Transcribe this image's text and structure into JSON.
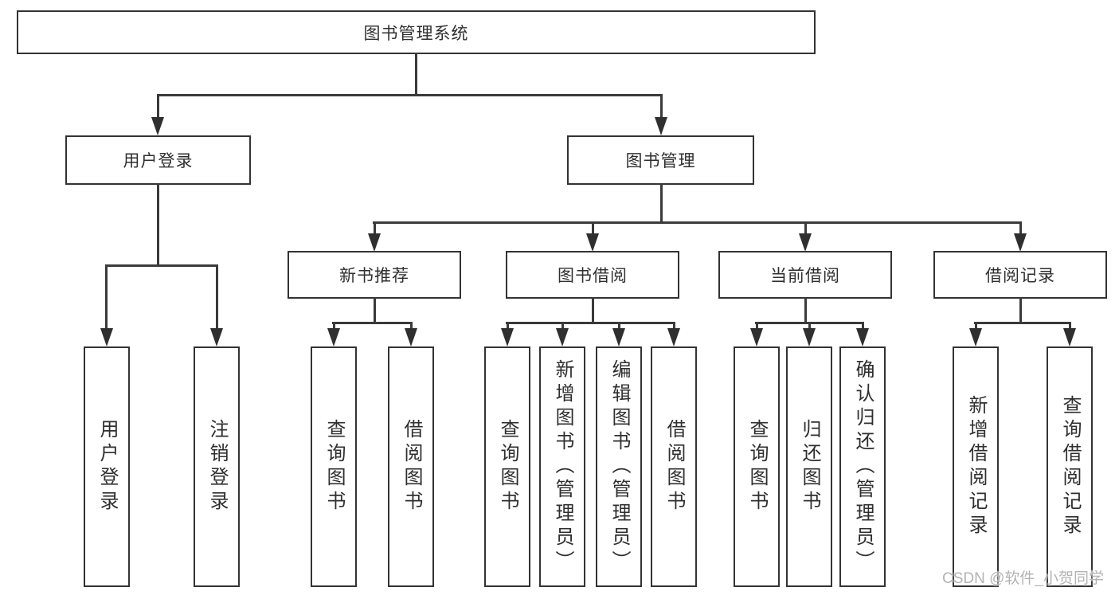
{
  "tree": {
    "root": {
      "label": "图书管理系统"
    },
    "branches": [
      {
        "label": "用户登录",
        "children": [
          {
            "label": "用户登录"
          },
          {
            "label": "注销登录"
          }
        ]
      },
      {
        "label": "图书管理",
        "children": [
          {
            "label": "新书推荐",
            "children": [
              {
                "label": "查询图书"
              },
              {
                "label": "借阅图书"
              }
            ]
          },
          {
            "label": "图书借阅",
            "children": [
              {
                "label": "查询图书"
              },
              {
                "label": "新增图书（管理员）"
              },
              {
                "label": "编辑图书（管理员）"
              },
              {
                "label": "借阅图书"
              }
            ]
          },
          {
            "label": "当前借阅",
            "children": [
              {
                "label": "查询图书"
              },
              {
                "label": "归还图书"
              },
              {
                "label": "确认归还（管理员）"
              }
            ]
          },
          {
            "label": "借阅记录",
            "children": [
              {
                "label": "新增借阅记录"
              },
              {
                "label": "查询借阅记录"
              }
            ]
          }
        ]
      }
    ]
  },
  "watermark": {
    "text": "CSDN @软件_小贺同学"
  },
  "colors": {
    "background": "#ffffff",
    "box_border": "#333333",
    "line": "#3a3a3a",
    "text": "#2f2f2f",
    "watermark": "#b3b3b3"
  }
}
